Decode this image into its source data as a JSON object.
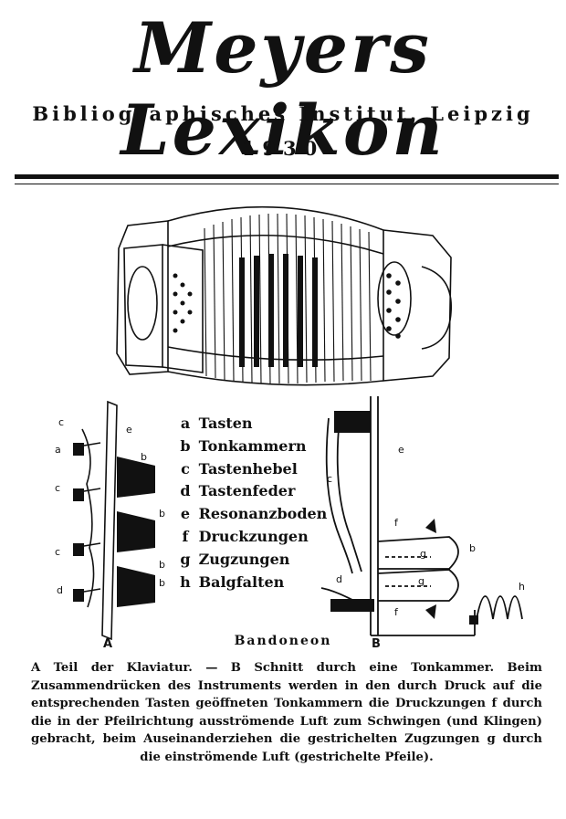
{
  "header": {
    "title": "Meyers Lexikon",
    "publisher": "Bibliographisches Institut, Leipzig",
    "year": "1930"
  },
  "figure": {
    "labels": {
      "a": "A",
      "b": "B"
    },
    "legend": [
      {
        "key": "a",
        "label": "Tasten"
      },
      {
        "key": "b",
        "label": "Tonkammern"
      },
      {
        "key": "c",
        "label": "Tastenhebel"
      },
      {
        "key": "d",
        "label": "Tastenfeder"
      },
      {
        "key": "e",
        "label": "Resonanzboden"
      },
      {
        "key": "f",
        "label": "Druckzungen"
      },
      {
        "key": "g",
        "label": "Zugzungen"
      },
      {
        "key": "h",
        "label": "Balgfalten"
      }
    ],
    "diagram_a_callouts": [
      "c",
      "e",
      "a",
      "b",
      "c",
      "b",
      "c",
      "b",
      "d",
      "b"
    ],
    "diagram_b_callouts": [
      "e",
      "c",
      "f",
      "g",
      "b",
      "g",
      "f",
      "d",
      "h"
    ]
  },
  "caption": {
    "title": "Bandoneon",
    "text": "A Teil der Klaviatur. — B Schnitt durch eine Tonkammer. Beim Zusammendrücken des Instruments werden in den durch Druck auf die entsprechenden Tasten geöffneten Tonkammern die Druckzungen f durch die in der Pfeilrichtung ausströmende Luft zum Schwingen (und Klingen) gebracht, beim Auseinanderziehen die gestrichelten Zugzungen g durch die einströmende Luft (gestrichelte Pfeile)."
  }
}
